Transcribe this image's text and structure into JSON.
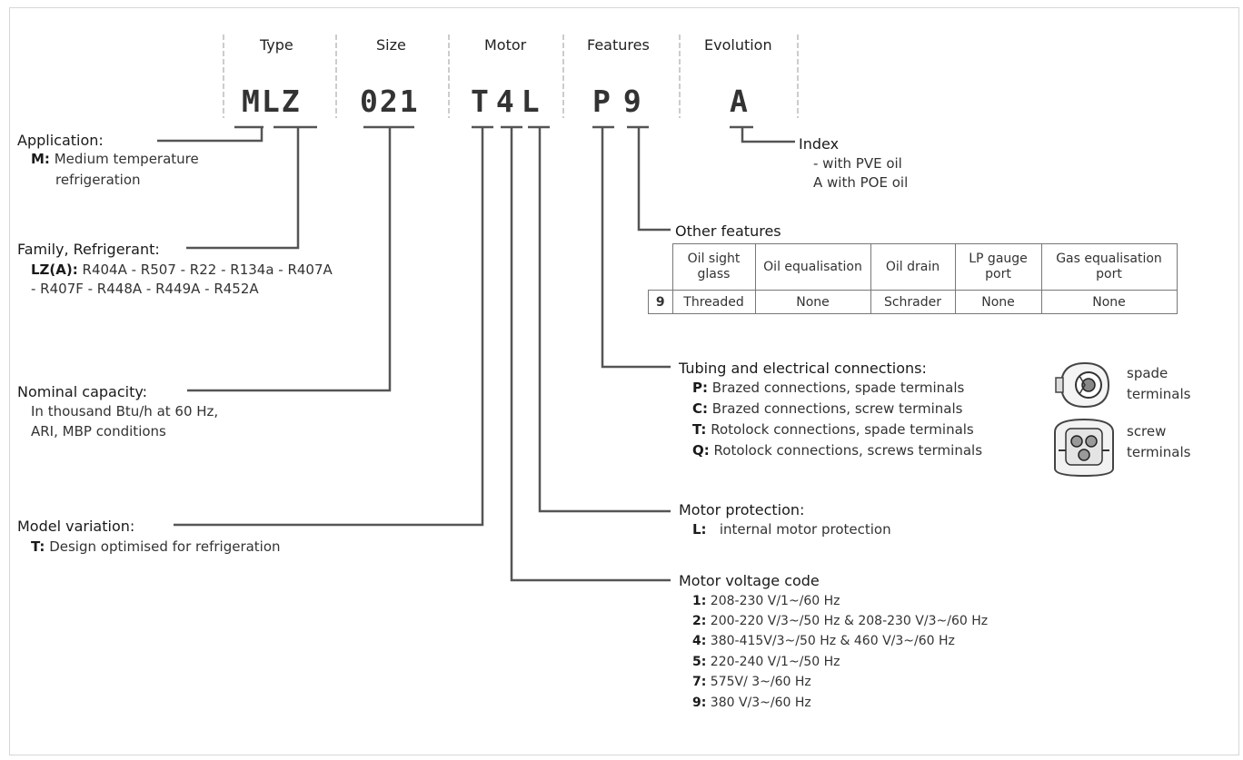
{
  "headers": {
    "type": "Type",
    "size": "Size",
    "motor": "Motor",
    "features": "Features",
    "evolution": "Evolution"
  },
  "code": {
    "mlz": "MLZ",
    "size": "021",
    "motor": "T4L",
    "features": "P9",
    "evolution": "A"
  },
  "application": {
    "label": "Application:",
    "key": "M:",
    "line1": "Medium temperature",
    "line2": "refrigeration"
  },
  "family": {
    "label": "Family, Refrigerant:",
    "key": "LZ(A):",
    "line1": "R404A - R507 - R22 - R134a - R407A",
    "line2": "- R407F - R448A - R449A - R452A"
  },
  "capacity": {
    "label": "Nominal capacity:",
    "line1": "In thousand Btu/h at 60 Hz,",
    "line2": "ARI, MBP conditions"
  },
  "model": {
    "label": "Model variation:",
    "key": "T:",
    "text": "Design optimised for refrigeration"
  },
  "index": {
    "label": "Index",
    "line1": "- with PVE oil",
    "line2": "A with POE oil"
  },
  "other_features": {
    "label": "Other features",
    "columns": [
      "Oil sight glass",
      "Oil equalisation",
      "Oil drain",
      "LP gauge port",
      "Gas equalisation port"
    ],
    "row_key": "9",
    "row_values": [
      "Threaded",
      "None",
      "Schrader",
      "None",
      "None"
    ]
  },
  "tubing": {
    "label": "Tubing and electrical connections:",
    "items": [
      {
        "key": "P:",
        "text": "Brazed connections, spade terminals"
      },
      {
        "key": "C:",
        "text": "Brazed connections, screw terminals"
      },
      {
        "key": "T:",
        "text": "Rotolock connections, spade terminals"
      },
      {
        "key": "Q:",
        "text": "Rotolock connections, screws terminals"
      }
    ],
    "spade_label_1": "spade",
    "spade_label_2": "terminals",
    "screw_label_1": "screw",
    "screw_label_2": "terminals",
    "spade_icon": "spade-terminal-icon",
    "screw_icon": "screw-terminal-icon"
  },
  "protection": {
    "label": "Motor protection:",
    "key": "L:",
    "text": "internal motor protection"
  },
  "voltage": {
    "label": "Motor voltage code",
    "items": [
      {
        "key": "1:",
        "text": "208-230 V/1~/60 Hz"
      },
      {
        "key": "2:",
        "text": "200-220 V/3~/50 Hz & 208-230 V/3~/60 Hz"
      },
      {
        "key": "4:",
        "text": "380-415V/3~/50 Hz & 460 V/3~/60 Hz"
      },
      {
        "key": "5:",
        "text": "220-240 V/1~/50 Hz"
      },
      {
        "key": "7:",
        "text": "575V/ 3~/60 Hz"
      },
      {
        "key": "9:",
        "text": "380 V/3~/60 Hz"
      }
    ]
  },
  "colors": {
    "line": "#555555",
    "line_light": "#bbbbbb",
    "frame": "#d6d6d6"
  }
}
